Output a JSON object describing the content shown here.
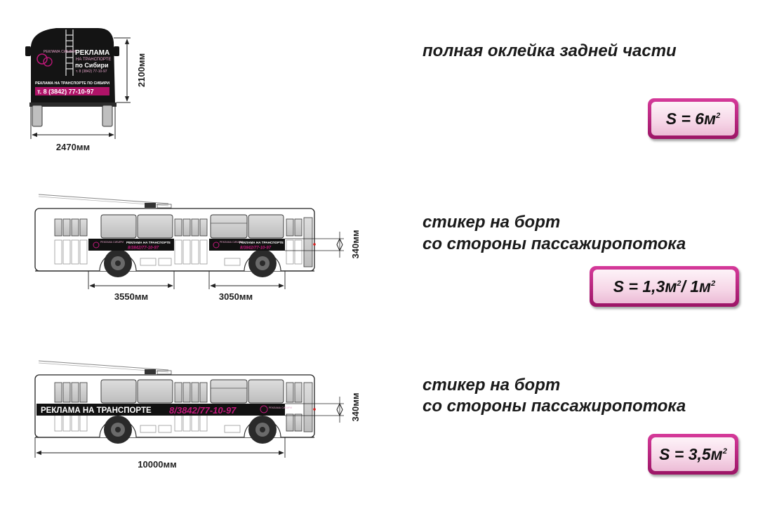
{
  "rear": {
    "title": "полная оклейка задней части",
    "area_prefix": "S = 6м",
    "area_exp": "2",
    "dim_height": "2100мм",
    "dim_width": "2470мм",
    "ad_brand": "РЕКЛАМА СИБИРИ",
    "ad_line1": "РЕКЛАМА",
    "ad_line2": "НА ТРАНСПОРТЕ",
    "ad_line3": "по Сибири",
    "ad_phone_small": "т. 8 (3842) 77-10-97",
    "ad_line4": "РЕКЛАМА НА ТРАНСПОРТЕ ПО СИБИРИ",
    "ad_phone": "т. 8 (3842) 77-10-97"
  },
  "side1": {
    "title_line1": "стикер на борт",
    "title_line2": "со стороны пассажиропотока",
    "area_prefix": "S = 1,3м",
    "area_exp1": "2",
    "area_mid": " / 1м",
    "area_exp2": "2",
    "dim_a": "3550мм",
    "dim_b": "3050мм",
    "dim_h": "340мм",
    "sticker_text": "РЕКЛАМА НА ТРАНСПОРТЕ",
    "sticker_phone": "8/3842/77-10-97",
    "sticker_brand": "РЕКЛАМА СИБИРИ"
  },
  "side2": {
    "title_line1": "стикер на борт",
    "title_line2": "со стороны пассажиропотока",
    "area_prefix": "S = 3,5м",
    "area_exp": "2",
    "dim_len": "10000мм",
    "dim_h": "340мм",
    "sticker_text": "РЕКЛАМА НА ТРАНСПОРТЕ",
    "sticker_phone": "8/3842/77-10-97",
    "sticker_brand": "РЕКЛАМА СИБИРИ"
  },
  "colors": {
    "accent": "#c2187b",
    "sticker_bg": "#111111",
    "bus_line": "#222222",
    "window": "#cfcfcf"
  }
}
